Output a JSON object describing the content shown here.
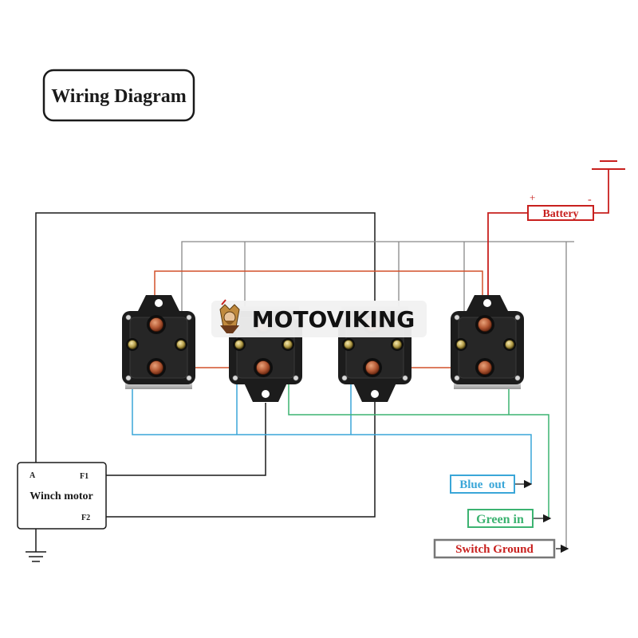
{
  "title": "Wiring Diagram",
  "brand": {
    "name": "MOTOVIKING",
    "logo_icon": "viking-mascot-icon"
  },
  "battery": {
    "label": "Battery",
    "plus": "+",
    "minus": "-",
    "color": "#c8201e"
  },
  "winch_motor": {
    "label": "Winch motor",
    "terminal_a": "A",
    "terminal_f1": "F1",
    "terminal_f2": "F2"
  },
  "outputs": {
    "blue_out": {
      "label": "Blue  out",
      "color": "#3aa6d8"
    },
    "green_in": {
      "label": "Green in",
      "color": "#3cb371"
    },
    "switch_ground": {
      "label": "Switch Ground",
      "color": "#c8201e",
      "border": "#777777"
    }
  },
  "wire_colors": {
    "black": "#1a1a1a",
    "gray": "#888888",
    "orange": "#d2502a",
    "red": "#c8201e",
    "blue": "#3aa6d8",
    "green": "#3cb371"
  },
  "solenoids": [
    {
      "name": "solenoid-1"
    },
    {
      "name": "solenoid-2"
    },
    {
      "name": "solenoid-3"
    },
    {
      "name": "solenoid-4"
    }
  ]
}
